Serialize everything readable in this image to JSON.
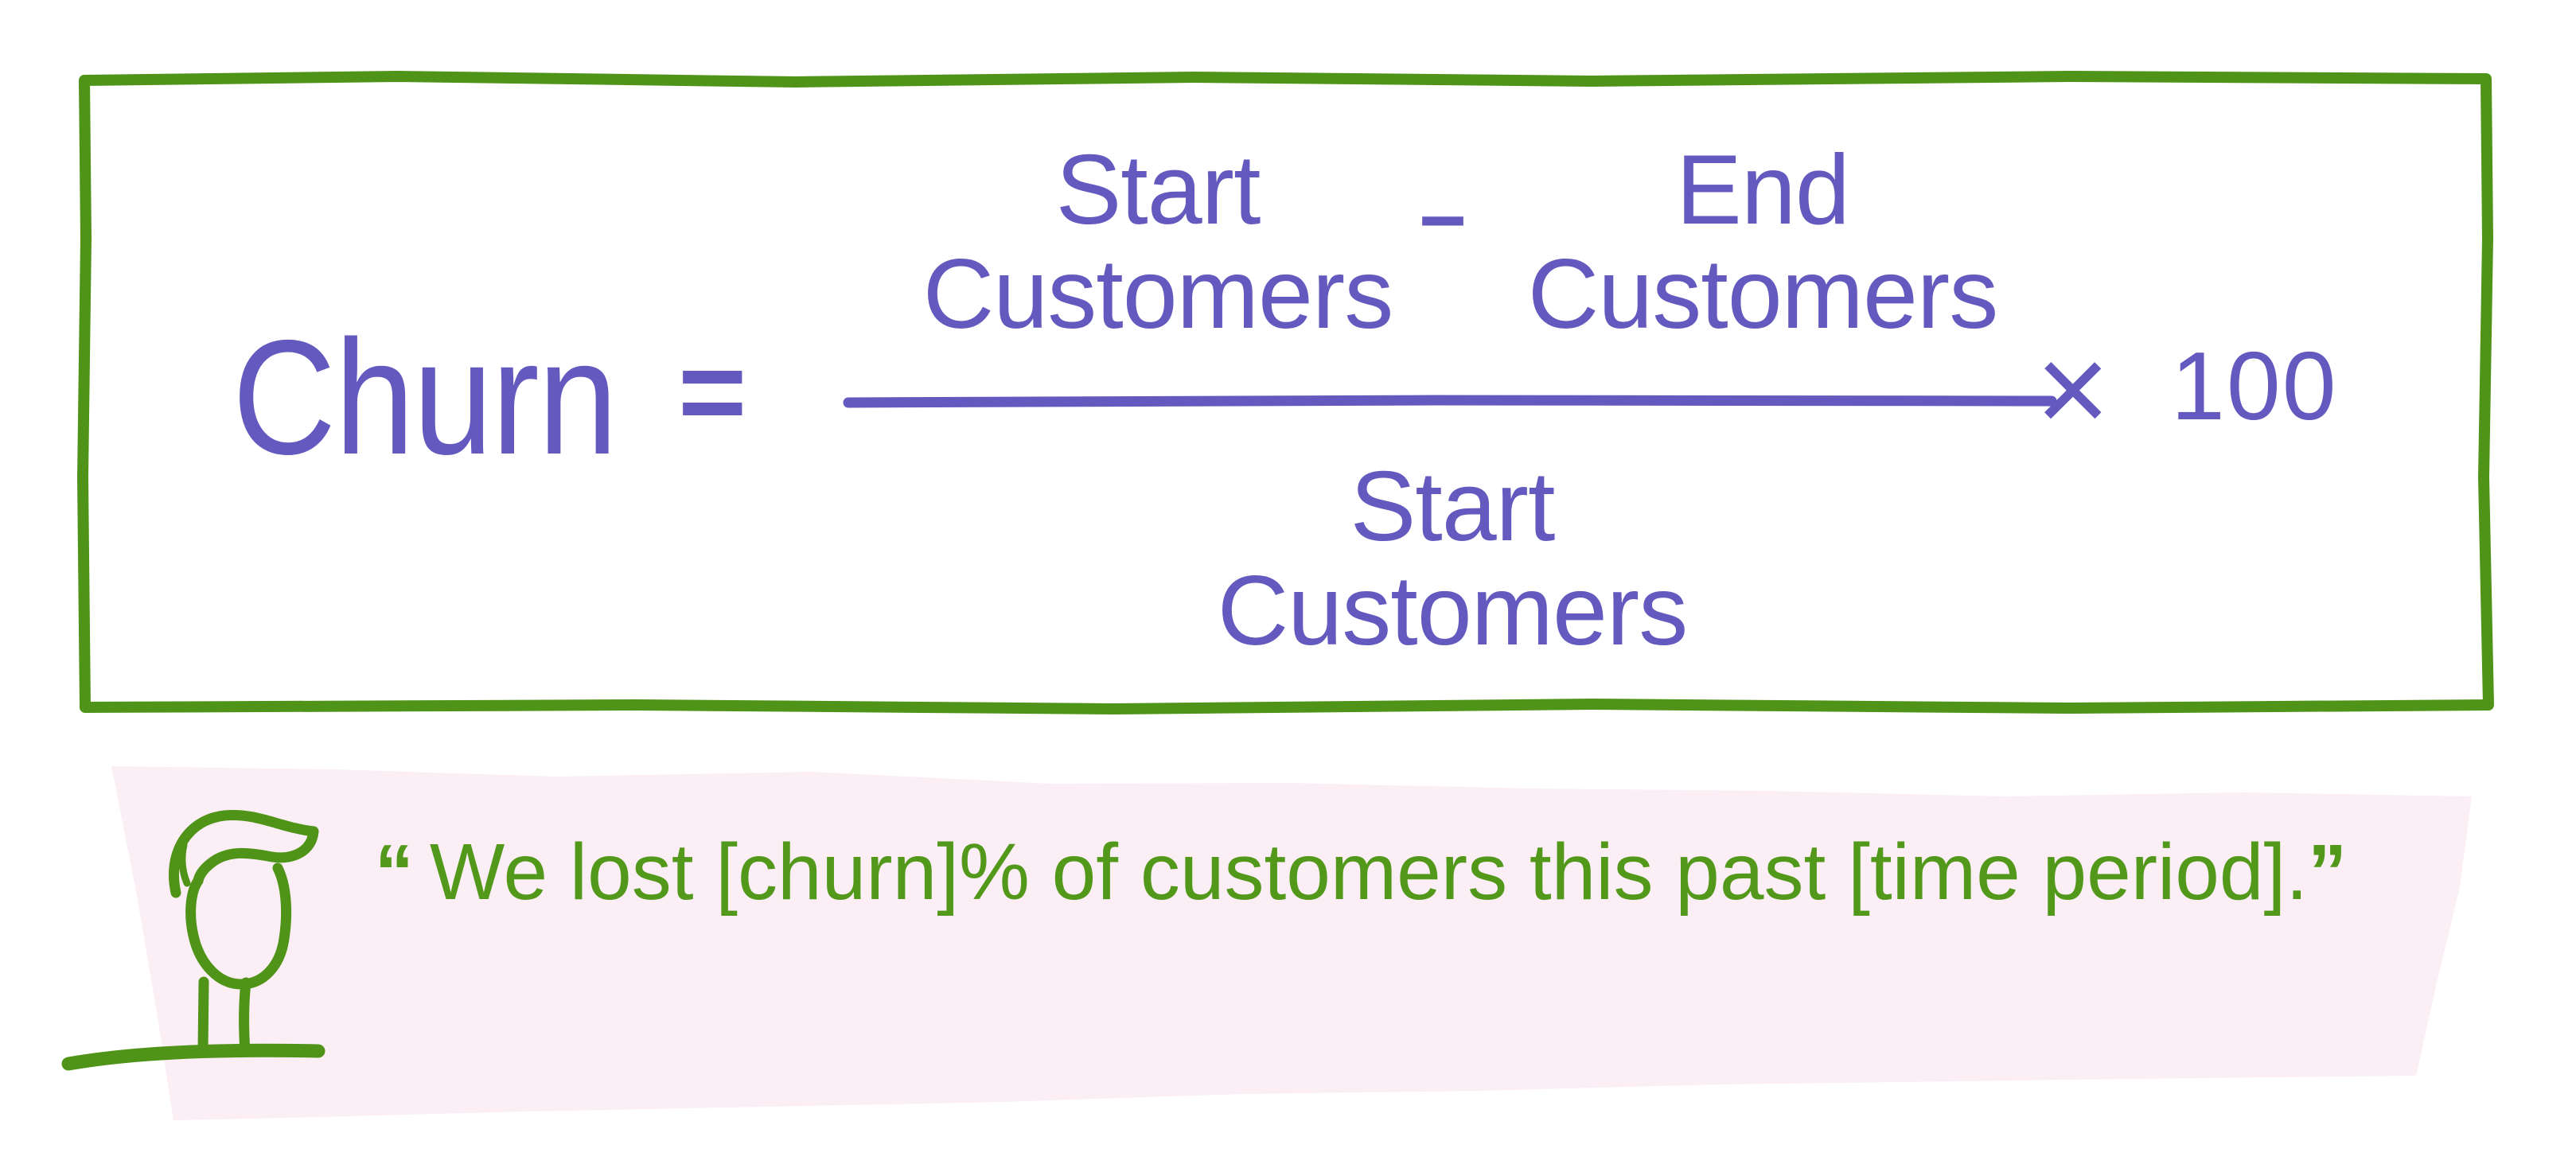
{
  "formula": {
    "lhs": "Churn",
    "equals_sign": "=",
    "numerator": {
      "term1_line1": "Start",
      "term1_line2": "Customers",
      "minus_sign": "−",
      "term2_line1": "End",
      "term2_line2": "Customers"
    },
    "denominator_line1": "Start",
    "denominator_line2": "Customers",
    "times_sign": "×",
    "multiplier": "100"
  },
  "quote": {
    "open_quote": "“",
    "text": "We lost [churn]% of customers this past [time period].",
    "close_quote": "”"
  },
  "icons": {
    "person": "person-head-icon"
  },
  "colors": {
    "purple": "#6459BE",
    "green_text": "#52991B",
    "green_stroke": "#4F9419",
    "banner_pink": "#FBEEF4",
    "background": "#FFFFFF"
  }
}
